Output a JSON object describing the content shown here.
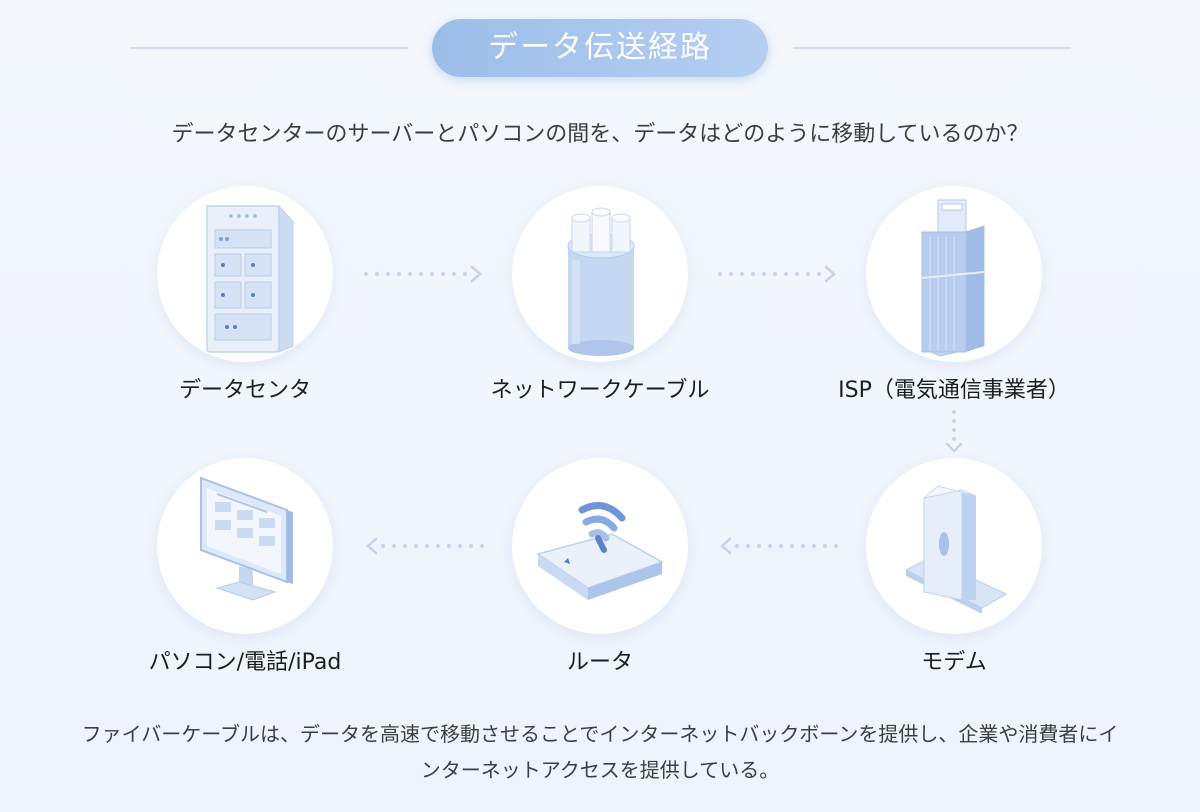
{
  "header": {
    "title": "データ伝送経路"
  },
  "subtitle": "データセンターのサーバーとパソコンの間を、データはどのように移動しているのか？",
  "nodes": [
    {
      "label": "データセンタ",
      "icon": "server-rack-icon"
    },
    {
      "label": "ネットワークケーブル",
      "icon": "fiber-cable-icon"
    },
    {
      "label": "ISP（電気通信事業者）",
      "icon": "isp-building-icon"
    },
    {
      "label": "モデム",
      "icon": "modem-icon"
    },
    {
      "label": "ルータ",
      "icon": "router-icon"
    },
    {
      "label": "パソコン/電話/iPad",
      "icon": "computer-monitor-icon"
    }
  ],
  "footer": {
    "line1": "ファイバーケーブルは、データを高速で移動させることでインターネットバックボーンを提供し、企業や消費者にイ",
    "line2": "ンターネットアクセスを提供している。"
  },
  "colors": {
    "accent": "#9dbde9",
    "icon_light": "#e3ecf9",
    "icon_mid": "#bcd1ee",
    "icon_dark": "#8fb0e0",
    "arrow": "#c5d3e6"
  }
}
